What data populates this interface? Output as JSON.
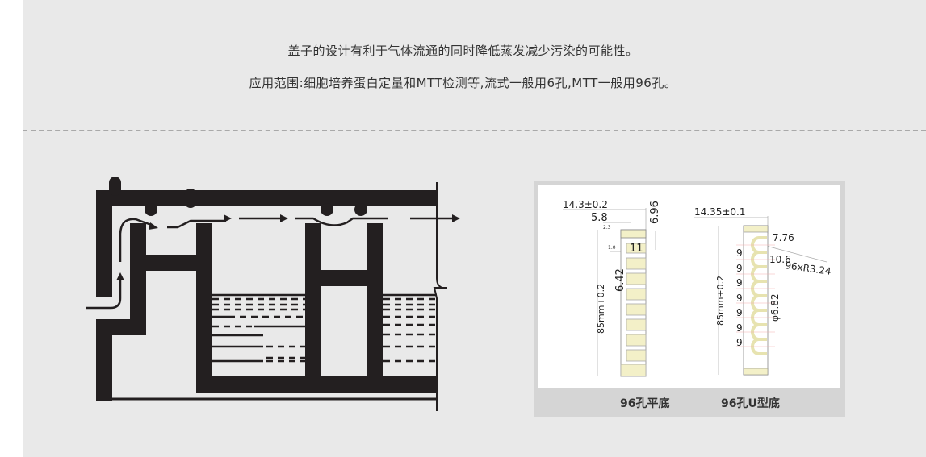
{
  "description": {
    "line1": "盖子的设计有利于气体流通的同时降低蒸发减少污染的可能性。",
    "line2": "应用范围:细胞培养蛋白定量和MTT检测等,流式一般用6孔,MTT一般用96孔。"
  },
  "spec": {
    "flat": {
      "caption": "96孔平底",
      "width": "14.3±0.2",
      "dim_a": "5.8",
      "dim_b": "2.3",
      "dim_c": "6.96",
      "dim_d": "1.0",
      "dim_e": "11",
      "dim_f": "6.42",
      "length": "85mm+0.2"
    },
    "ubottom": {
      "caption": "96孔U型底",
      "width": "14.35±0.1",
      "dim_a": "7.76",
      "dim_b": "10.6",
      "radius": "96xR3.24",
      "pitch": [
        "9",
        "9",
        "9",
        "9",
        "9",
        "9",
        "9"
      ],
      "diameter": "φ6.82",
      "length": "85mm+0.2"
    }
  },
  "colors": {
    "ink": "#231f20",
    "well": "#f3f0c8",
    "background": "#e9e9e9"
  }
}
